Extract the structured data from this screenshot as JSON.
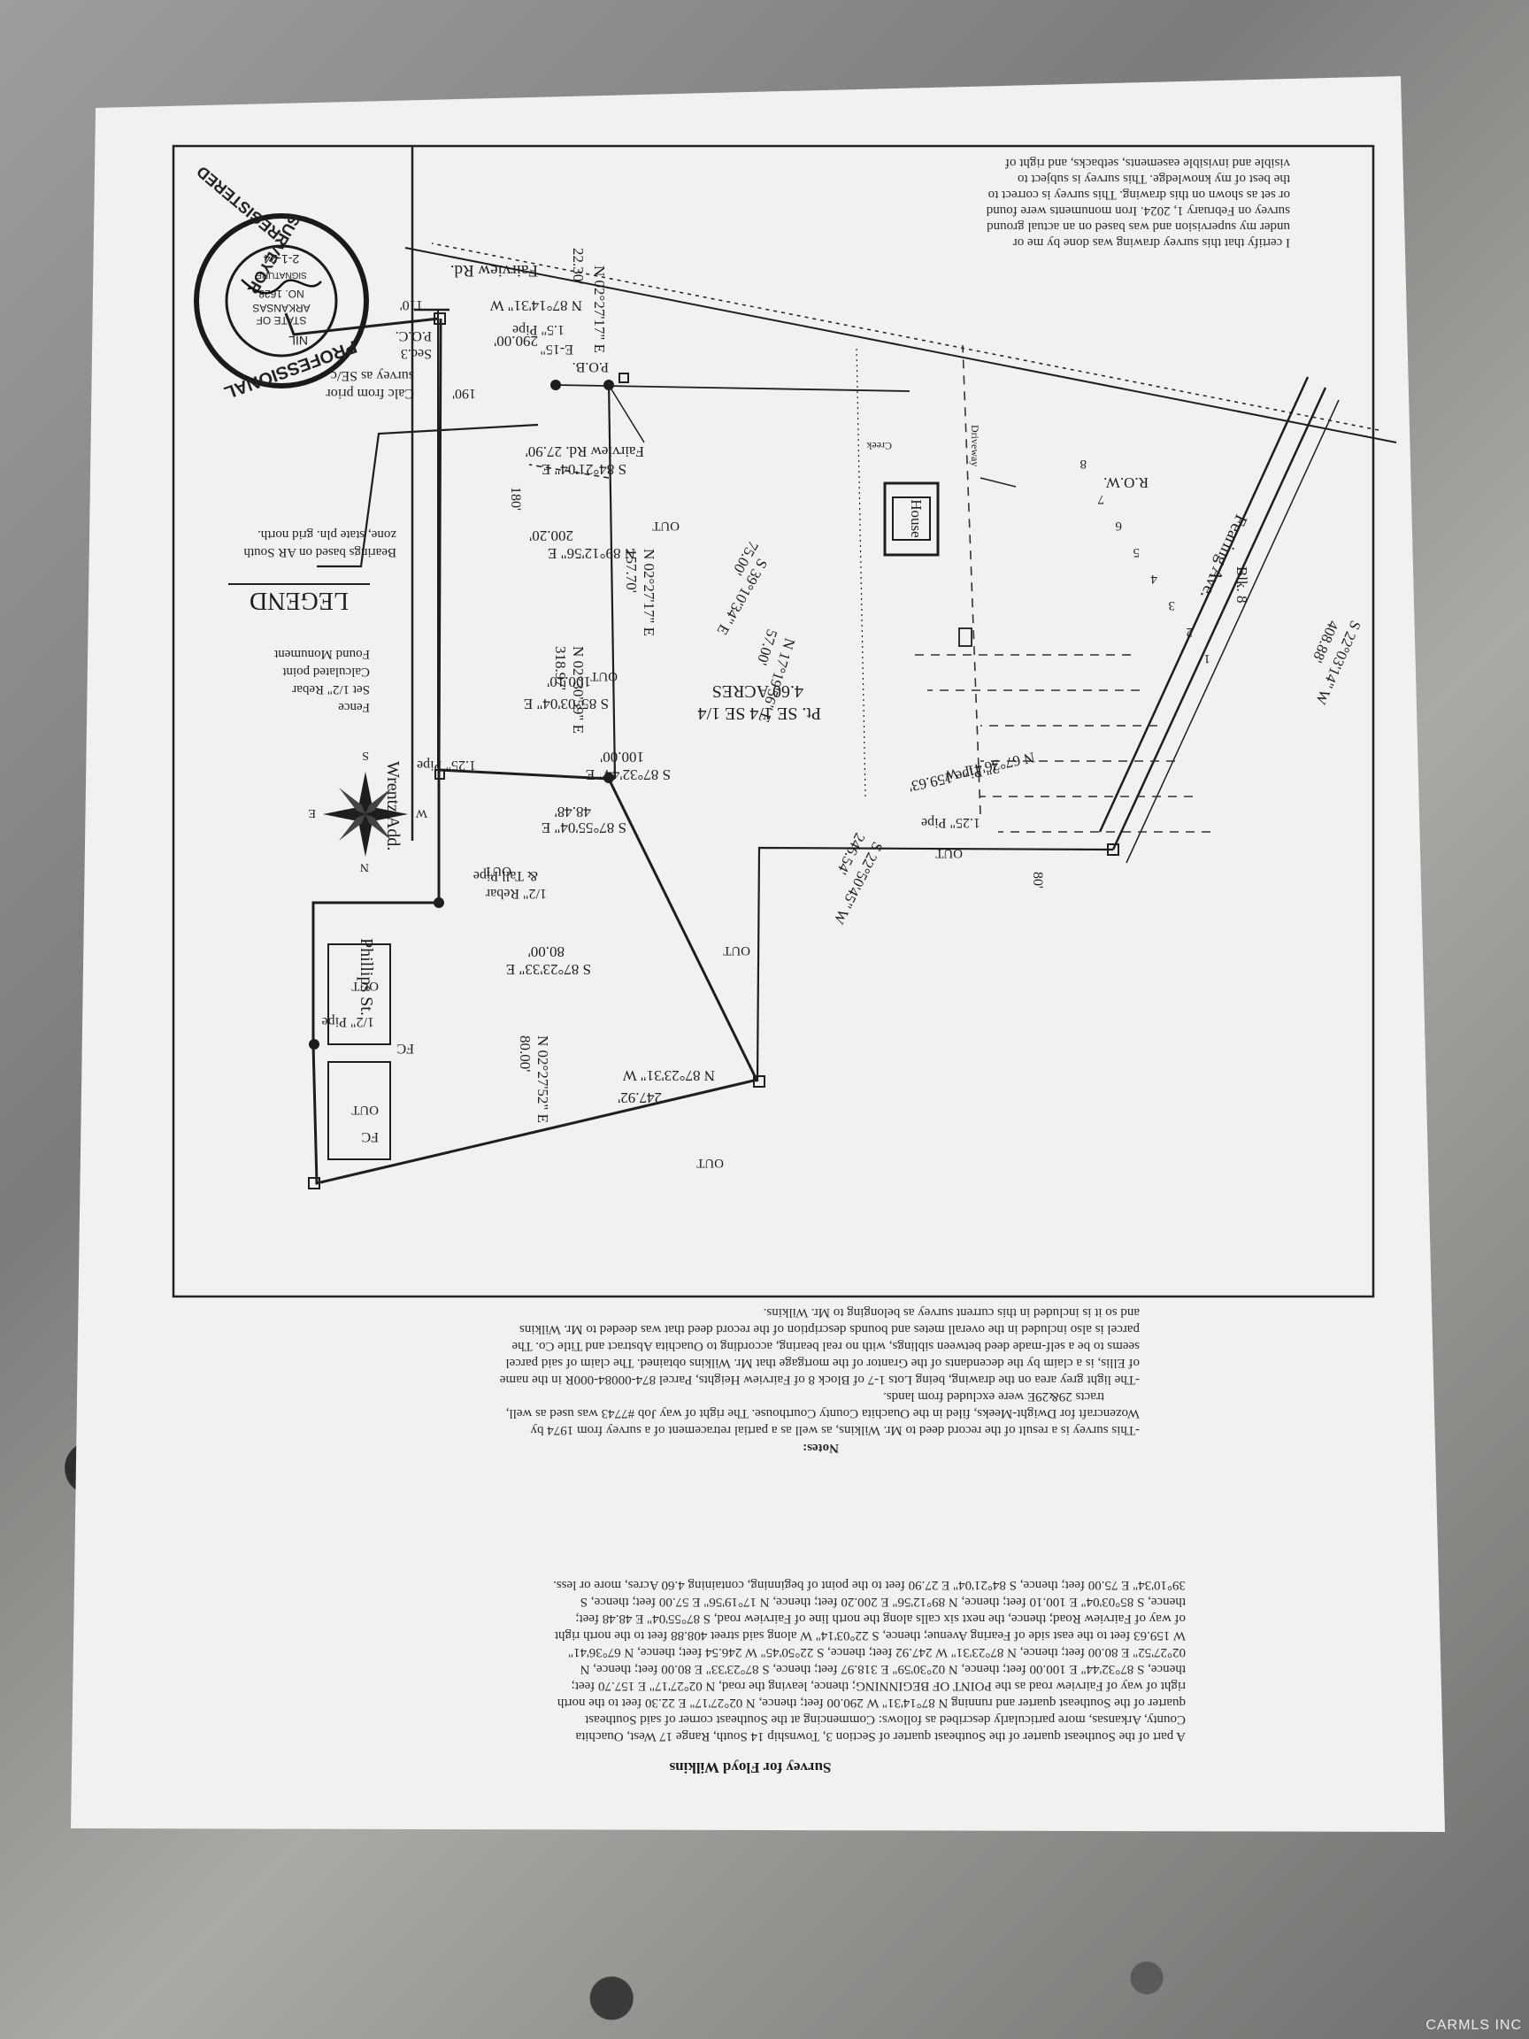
{
  "title": "Survey for Floyd Wilkins",
  "certification": [
    "I certify that this survey drawing was done by me or",
    "under my supervision and was based on an actual ground",
    "survey on February 1, 2024. Iron monuments were found",
    "or set as shown on this drawing. This survey is correct to",
    "the best of my knowledge. This survey is subject to",
    "visible and invisible easements, setbacks, and right of"
  ],
  "seal": {
    "outer_top": "PROFESSIONAL",
    "outer_right": "REGISTERED",
    "outer_left": "SURVEYOR",
    "state": "STATE OF",
    "state_name": "ARKANSAS",
    "number": "NO. 1628",
    "signature_label": "SIGNATURE",
    "abbrev": "NIL",
    "date": "2-1-24"
  },
  "plat": {
    "fairview_rd": "Fairview Rd.",
    "fearing_ave": "Fearing Ave.",
    "phillips_st": "Phillips St.",
    "wrentz_add": "Wrentz Add.",
    "row": "R.O.W.",
    "house": "House",
    "tract_1": "Pt. SE 1/4 SE 1/4",
    "tract_2": "4.60 ACRES",
    "b1": "N 02°27'17\" E",
    "b1d": "22.30'",
    "b2": "N 87°14'31\" W",
    "b2d": "290.00'",
    "b3": "S 84°21'04\" E",
    "b3d": "Fairview Rd. 27.90'",
    "b4": "N 89°12'56\" E",
    "b4d": "200.20'",
    "b5": "S 85°03'04\" E",
    "b5d": "100.10'",
    "b6": "S 87°55'04\" E",
    "b6d": "48.48'",
    "b7": "S 22°03'14\" W",
    "b7d": "408.88'",
    "b8": "N 67°36'41\" W",
    "b8d": "2\" Pipe 159.63'",
    "b9": "S 22°50'45\" W",
    "b9d": "246.54'",
    "b10": "N 87°23'31\" W",
    "b10d": "247.92'",
    "b11": "N 02°27'52\" E",
    "b11d": "80.00'",
    "b12": "S 87°23'33\" E",
    "b12d": "80.00'",
    "b13": "N 02°30'59\" E",
    "b13d": "318.97'",
    "b14": "S 87°32'44\" E",
    "b14d": "100.00'",
    "b15": "N 02°27'17\" E",
    "b15d": "157.70'",
    "b16": "S 39°10'34\" E",
    "b16d": "75.00'",
    "b17": "N 17°19'56\" E",
    "b17d": "57.00'",
    "pob": "P.O.B.",
    "poc": "P.O.C.",
    "sec": "Sec.3",
    "calc_note_1": "Calc from prior",
    "calc_note_2": "survey as SE/c",
    "pipe_15": "E-15\"",
    "pipe_15b": "1.5\" Pipe",
    "pipe_125": "1.25\" Pipe",
    "pipe_125b": "1.25\" Pipe",
    "rebar": "1/2\" Rebar",
    "tall_pipe": "& Tall Pipe",
    "half_pipe": "1/2\" Pipe",
    "fc1": "FC",
    "fc2": "FC",
    "out": "OUT",
    "d110": "110'",
    "d190": "190'",
    "d180": "180'",
    "d80": "80'",
    "blk": "Blk. 8",
    "lots": [
      "1",
      "2",
      "3",
      "4",
      "5",
      "6",
      "7",
      "8"
    ],
    "drive": "Driveway",
    "creek": "Creek"
  },
  "legend": {
    "title": "LEGEND",
    "items": [
      "Found Monument",
      "Calculated point",
      "Set 1/2\" Rebar",
      "Fence"
    ],
    "bearings_1": "Bearings based on AR South",
    "bearings_2": "zone, state pln. grid north."
  },
  "compass": {
    "n": "N",
    "s": "S",
    "e": "E",
    "w": "W"
  },
  "description": [
    "A part of the Southeast quarter of the Southeast quarter of Section 3, Township 14 South, Range 17 West, Ouachita",
    "County, Arkansas, more particularly described as follows: Commencing at the Southeast corner of said Southeast",
    "quarter of the Southeast quarter and running N 87°14'31\" W 290.00 feet; thence, N 02°27'17\" E 22.30 feet to the north",
    "right of way of Fairview road as the POINT OF BEGINNING; thence, leaving the road, N 02°27'17\" E 157.70 feet;",
    "thence, S 87°32'44\" E 100.00 feet; thence, N 02°30'59\" E 318.97 feet; thence, S 87°23'33\" E 80.00 feet; thence, N",
    "02°27'52\" E 80.00 feet; thence, N 87°23'31\" W 247.92 feet; thence, S 22°50'45\" W 246.54 feet; thence, N 67°36'41\"",
    "W 159.63 feet to the east side of Fearing Avenue; thence, S 22°03'14\" W along said street 408.88 feet to the north right",
    "of way of Fairview Road; thence, the next six calls along the north line of Fairview road, S 87°55'04\" E 48.48 feet;",
    "thence, S 85°03'04\" E 100.10 feet; thence, N 89°12'56\" E 200.20 feet; thence, N 17°19'56\" E 57.00 feet; thence, S",
    "39°10'34\" E 75.00 feet; thence, S 84°21'04\" E 27.90 feet to the point of beginning, containing 4.60 Acres, more or less."
  ],
  "notes_title": "Notes:",
  "notes": [
    "-This survey is a result of the record deed to Mr. Wilkins, as well as a partial retracement of a survey from 1974 by",
    "Wozencraft for Dwight-Meeks, filed in the Ouachita County Courthouse. The right of way Job #7743 was used as well,",
    "tracts 29&29E were excluded from lands.",
    "-The light grey area on the drawing, being Lots 1-7 of Block 8 of Fairview Heights, Parcel 874-00084-000R in the name",
    "of Ellis, is a claim by the decendants of the Grantor of the mortgage that Mr. Wilkins obtained. The claim of said parcel",
    "seems to be a self-made deed between siblings, with no real bearing, according to Ouachita Abstract and Title Co. The",
    "parcel is also included in the overall metes and bounds description of the record deed that was deeded to Mr. Wilkins",
    "and so it is included in this current survey as belonging to Mr. Wilkins."
  ],
  "watermark": "CARMLS INC"
}
